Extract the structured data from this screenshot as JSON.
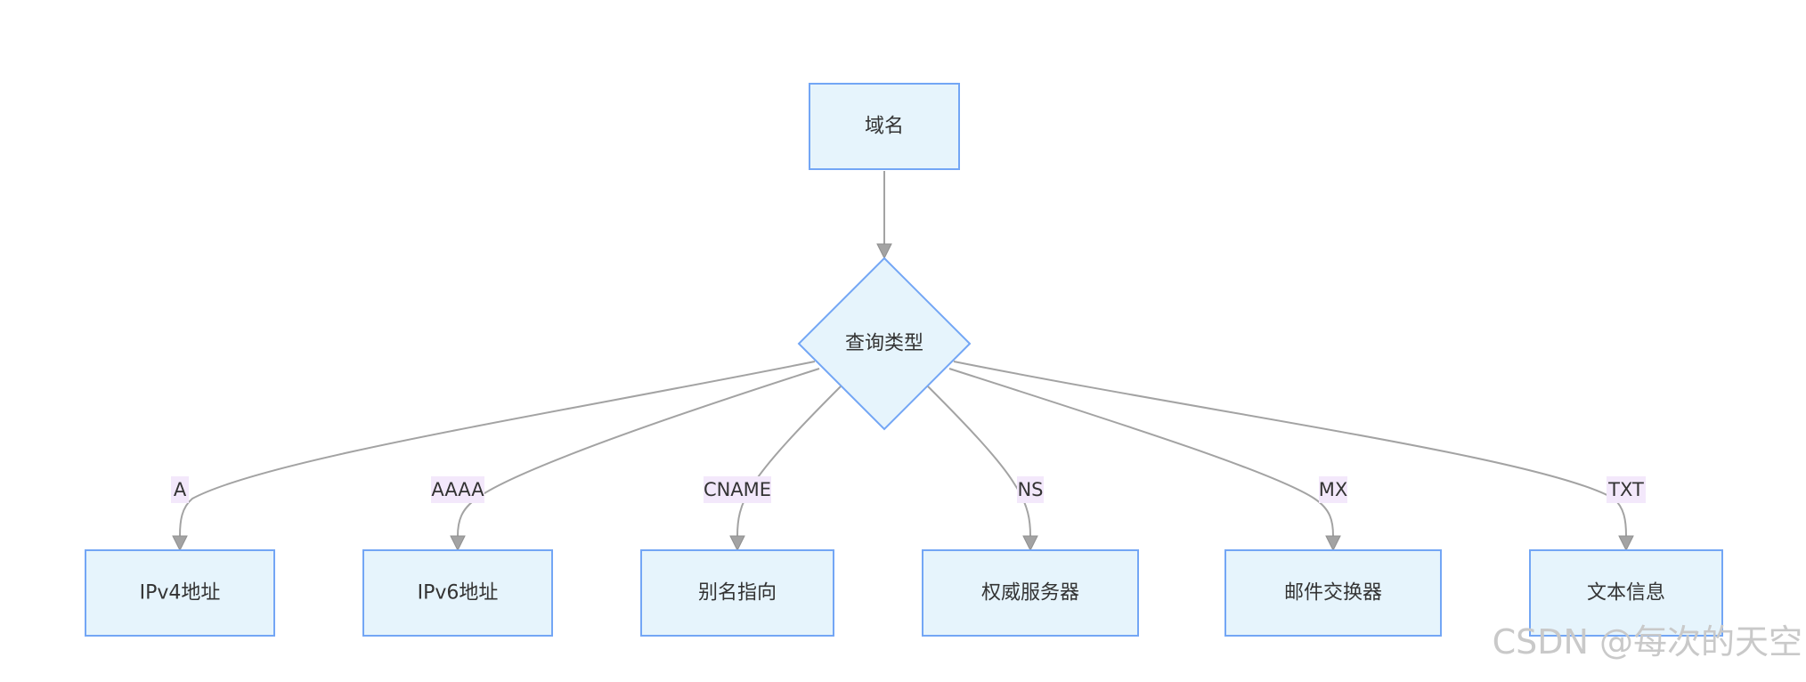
{
  "colors": {
    "node_fill": "#e6f4fc",
    "node_stroke": "#73a6f5",
    "edge": "#a3a3a3",
    "edge_label_bg": "#f3e8fb",
    "text": "#333333",
    "watermark": "#c9c9c9"
  },
  "root": {
    "label": "域名"
  },
  "decision": {
    "label": "查询类型"
  },
  "records": [
    {
      "type": "A",
      "target": "IPv4地址"
    },
    {
      "type": "AAAA",
      "target": "IPv6地址"
    },
    {
      "type": "CNAME",
      "target": "别名指向"
    },
    {
      "type": "NS",
      "target": "权威服务器"
    },
    {
      "type": "MX",
      "target": "邮件交换器"
    },
    {
      "type": "TXT",
      "target": "文本信息"
    }
  ],
  "watermark": "CSDN @每次的天空"
}
